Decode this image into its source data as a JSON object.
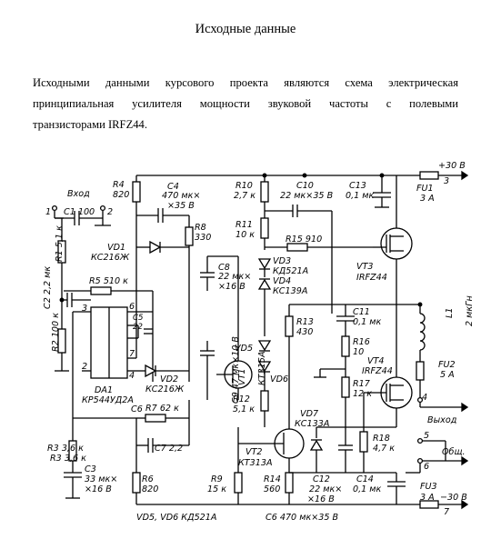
{
  "document": {
    "title": "Исходные данные",
    "paragraph_lines": [
      "Исходными данными курсового проекта являются схема электрическая",
      "принципиальная усилителя мощности звуковой частоты с полевыми",
      "транзисторами IRFZ44."
    ]
  },
  "schematic": {
    "labels": {
      "vhod": "Вход",
      "c1": "C1 100",
      "r1": "R1 5,1 к",
      "c2": "C2 2,2 мк",
      "r2": "R2 100 к",
      "r3": "R3 3,6 к",
      "c3_a": "C3",
      "c3_b": "33 мк×",
      "c3_c": "×16 В",
      "r4_a": "R4",
      "r4_b": "820",
      "c4_a": "C4",
      "c4_b": "470 мк×",
      "c4_c": "×35 В",
      "vd1_a": "VD1",
      "vd1_b": "КС216Ж",
      "r5": "R5 510 к",
      "r8_a": "R8",
      "r8_b": "330",
      "c8_a": "C8",
      "c8_b": "22 мк×",
      "c8_c": "×16 В",
      "r10_a": "R10",
      "r10_b": "2,7 к",
      "r11_a": "R11",
      "r11_b": "10 к",
      "c10_a": "C10",
      "c10_b": "22 мк×35 В",
      "r15": "R15 910",
      "vd3_a": "VD3",
      "vd3_b": "КД521А",
      "vd4_a": "VD4",
      "vd4_b": "КС139А",
      "c13_a": "C13",
      "c13_b": "0,1 мк",
      "plus30": "+30 В",
      "fu1_a": "FU1",
      "fu1_b": "3 А",
      "vt3_a": "VT3",
      "vt3_b": "IRFZ44",
      "c5": "C5",
      "c5_v": "22",
      "da1_a": "DA1",
      "da1_b": "КР544УД2А",
      "vd2_a": "VD2",
      "vd2_b": "КС216Ж",
      "c6": "C6",
      "r7": "R7 62 к",
      "c7": "C7 2,2",
      "c9": "C9 47 мк×10 В",
      "vt1_a": "VT1",
      "vt1_b": "КТ315А",
      "vd5": "VD5",
      "vd6": "VD6",
      "r12_a": "R12",
      "r12_b": "5,1 к",
      "r13_a": "R13",
      "r13_b": "430",
      "c11_a": "C11",
      "c11_b": "0,1 мк",
      "r16_a": "R16",
      "r16_b": "10",
      "r17_a": "R17",
      "r17_b": "12 к",
      "l1_a": "L1",
      "l1_b": "2 мкГн",
      "vt4_a": "VT4",
      "vt4_b": "IRFZ44",
      "fu2_a": "FU2",
      "fu2_b": "5 А",
      "vyhod": "Выход",
      "vd7_a": "VD7",
      "vd7_b": "КС133А",
      "r18_a": "R18",
      "r18_b": "4,7 к",
      "vt2_a": "VT2",
      "vt2_b": "КТ313А",
      "r6_a": "R6",
      "r6_b": "820",
      "r9_a": "R9",
      "r9_b": "15 к",
      "r14_a": "R14",
      "r14_b": "560",
      "c12_a": "C12",
      "c12_b": "22 мк×",
      "c12_c": "×16 В",
      "c14_a": "C14",
      "c14_b": "0,1 мк",
      "obsh": "Общ.",
      "fu3_a": "FU3",
      "fu3_b": "3 А",
      "minus30": "−30 В",
      "note_a": "VD5, VD6 КД521А",
      "note_b": "C6 470 мк×35 В"
    },
    "pins": [
      "1",
      "2",
      "3",
      "4",
      "5",
      "6",
      "7",
      "3",
      "6",
      "7",
      "4",
      "2"
    ]
  }
}
